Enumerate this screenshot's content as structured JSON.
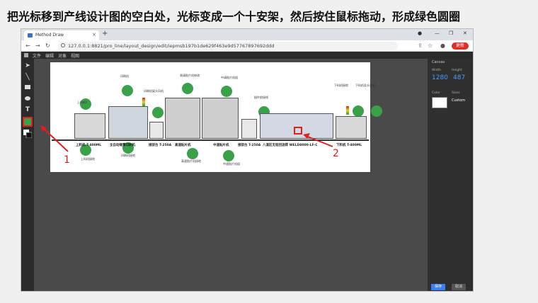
{
  "instruction": "把光标移到产线设计图的空白处，光标变成一个十安架，然后按住鼠标拖动，形成绿色圆圈",
  "browser": {
    "tab_title": "Method Draw",
    "tab_close": "×",
    "new_tab": "+",
    "url": "127.0.0.1:8821/pro_line/layout_design/edit/iepmsb197b1de629f463e9d57767897692ddd",
    "update_label": "更新"
  },
  "menu": {
    "items": [
      "文件",
      "编辑",
      "对象",
      "视图"
    ]
  },
  "tools": [
    "select-icon",
    "line-icon",
    "rect-icon",
    "ellipse-icon",
    "text-icon",
    "image-icon",
    "color-swatch-icon"
  ],
  "canvas_panel": {
    "title": "Canvas",
    "width_label": "Width",
    "height_label": "Height",
    "width": "1280",
    "height": "487",
    "color_label": "Color",
    "sizes_label": "Sizes",
    "sizes_value": "Custom",
    "save": "保存",
    "cancel": "取消"
  },
  "diagram": {
    "top_labels": [
      "印刷机",
      "周请贴片机修改",
      "中请贴片机组",
      "印刷机架头风机",
      "插件前接线",
      "下料机接地",
      "下料机及头风机"
    ],
    "left_label": "上料机1",
    "captions": [
      "上料机 T-400ML",
      "全自动锡膏印刷机",
      "接驳台 T-250A",
      "高速贴片机",
      "中速贴片机",
      "接驳台 T-250A",
      "八温区无铅回流焊 WELD8000-LF-C",
      "下料机 T-400ML"
    ],
    "bottom_labels": [
      "上料机接地",
      "印刷机接地",
      "高速贴片机接地",
      "中速贴片机组"
    ]
  },
  "annotations": {
    "num1": "1",
    "num2": "2"
  },
  "colors": {
    "accent": "#3aa14a",
    "highlight": "#e02020",
    "panel_num": "#4a9bff"
  }
}
